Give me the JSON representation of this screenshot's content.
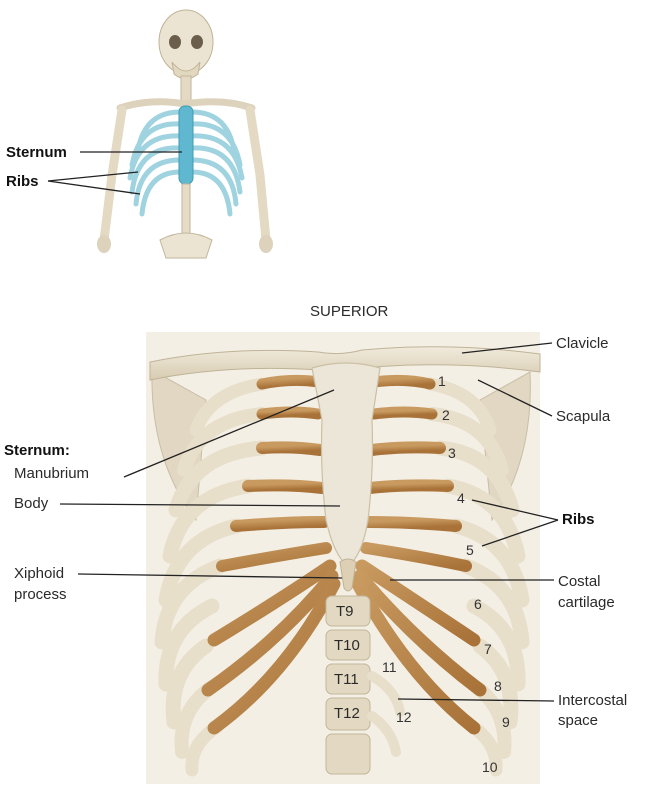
{
  "top_figure": {
    "labels": {
      "sternum": "Sternum",
      "ribs": "Ribs"
    }
  },
  "main_figure": {
    "orientation": "SUPERIOR",
    "labels": {
      "clavicle": "Clavicle",
      "scapula": "Scapula",
      "sternum_heading": "Sternum:",
      "manubrium": "Manubrium",
      "body": "Body",
      "ribs": "Ribs",
      "xiphoid_line1": "Xiphoid",
      "xiphoid_line2": "process",
      "costal_line1": "Costal",
      "costal_line2": "cartilage",
      "intercostal_line1": "Intercostal",
      "intercostal_line2": "space"
    },
    "rib_numbers": [
      "1",
      "2",
      "3",
      "4",
      "5",
      "6",
      "7",
      "8",
      "9",
      "10",
      "11",
      "12"
    ],
    "vertebrae": [
      "T9",
      "T10",
      "T11",
      "T12"
    ]
  },
  "colors": {
    "bone": "#e9e1cf",
    "bone_shadow": "#c9bea4",
    "cartilage": "#b98548",
    "highlight_blue": "#9fd3e0",
    "background": "#ffffff"
  }
}
